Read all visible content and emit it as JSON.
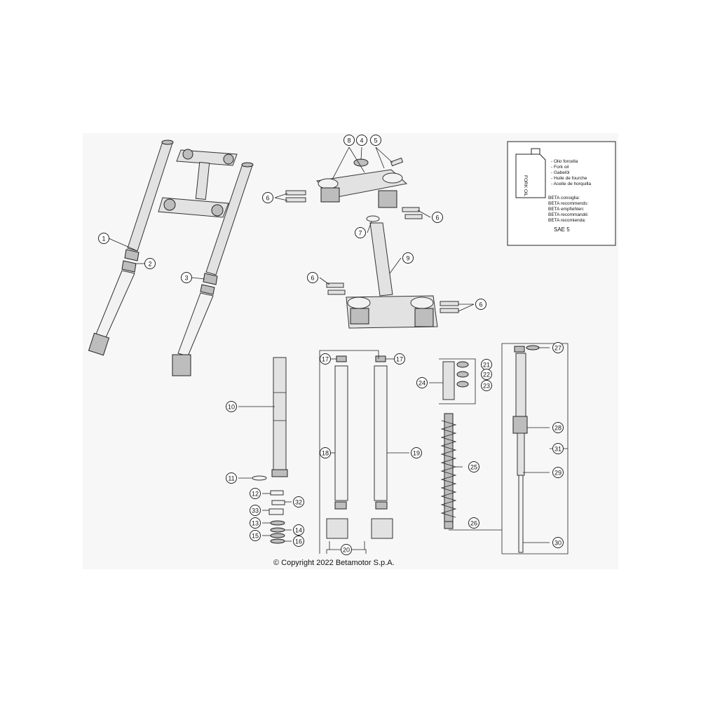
{
  "diagram": {
    "callouts": [
      {
        "id": "c1",
        "label": "1"
      },
      {
        "id": "c2",
        "label": "2"
      },
      {
        "id": "c3",
        "label": "3"
      },
      {
        "id": "c8",
        "label": "8"
      },
      {
        "id": "c4",
        "label": "4"
      },
      {
        "id": "c5",
        "label": "5"
      },
      {
        "id": "c6a",
        "label": "6"
      },
      {
        "id": "c6b",
        "label": "6"
      },
      {
        "id": "c6c",
        "label": "6"
      },
      {
        "id": "c6d",
        "label": "6"
      },
      {
        "id": "c7",
        "label": "7"
      },
      {
        "id": "c9",
        "label": "9"
      },
      {
        "id": "c10",
        "label": "10"
      },
      {
        "id": "c11",
        "label": "11"
      },
      {
        "id": "c12",
        "label": "12"
      },
      {
        "id": "c32",
        "label": "32"
      },
      {
        "id": "c33",
        "label": "33"
      },
      {
        "id": "c13",
        "label": "13"
      },
      {
        "id": "c14",
        "label": "14"
      },
      {
        "id": "c15",
        "label": "15"
      },
      {
        "id": "c16",
        "label": "16"
      },
      {
        "id": "c17a",
        "label": "17"
      },
      {
        "id": "c17b",
        "label": "17"
      },
      {
        "id": "c18",
        "label": "18"
      },
      {
        "id": "c19",
        "label": "19"
      },
      {
        "id": "c20",
        "label": "20"
      },
      {
        "id": "c21",
        "label": "21"
      },
      {
        "id": "c22",
        "label": "22"
      },
      {
        "id": "c23",
        "label": "23"
      },
      {
        "id": "c24",
        "label": "24"
      },
      {
        "id": "c25",
        "label": "25"
      },
      {
        "id": "c26",
        "label": "26"
      },
      {
        "id": "c27",
        "label": "27"
      },
      {
        "id": "c28",
        "label": "28"
      },
      {
        "id": "c29",
        "label": "29"
      },
      {
        "id": "c30",
        "label": "30"
      },
      {
        "id": "c31",
        "label": "31"
      }
    ],
    "oil_note": {
      "can_label": "FORK OIL",
      "languages": [
        "- Olio forcella",
        "- Fork oil",
        "- Gabelöl",
        "- Huile de fourche",
        "- Aceite de horquilla"
      ],
      "recommends": [
        "BETA consiglia:",
        "BETA recommends:",
        "BETA empfiehlen:",
        "BETA recommandé:",
        "BETA recomienda:"
      ],
      "grade": "SAE 5"
    },
    "copyright": "© Copyright 2022 Betamotor S.p.A."
  }
}
